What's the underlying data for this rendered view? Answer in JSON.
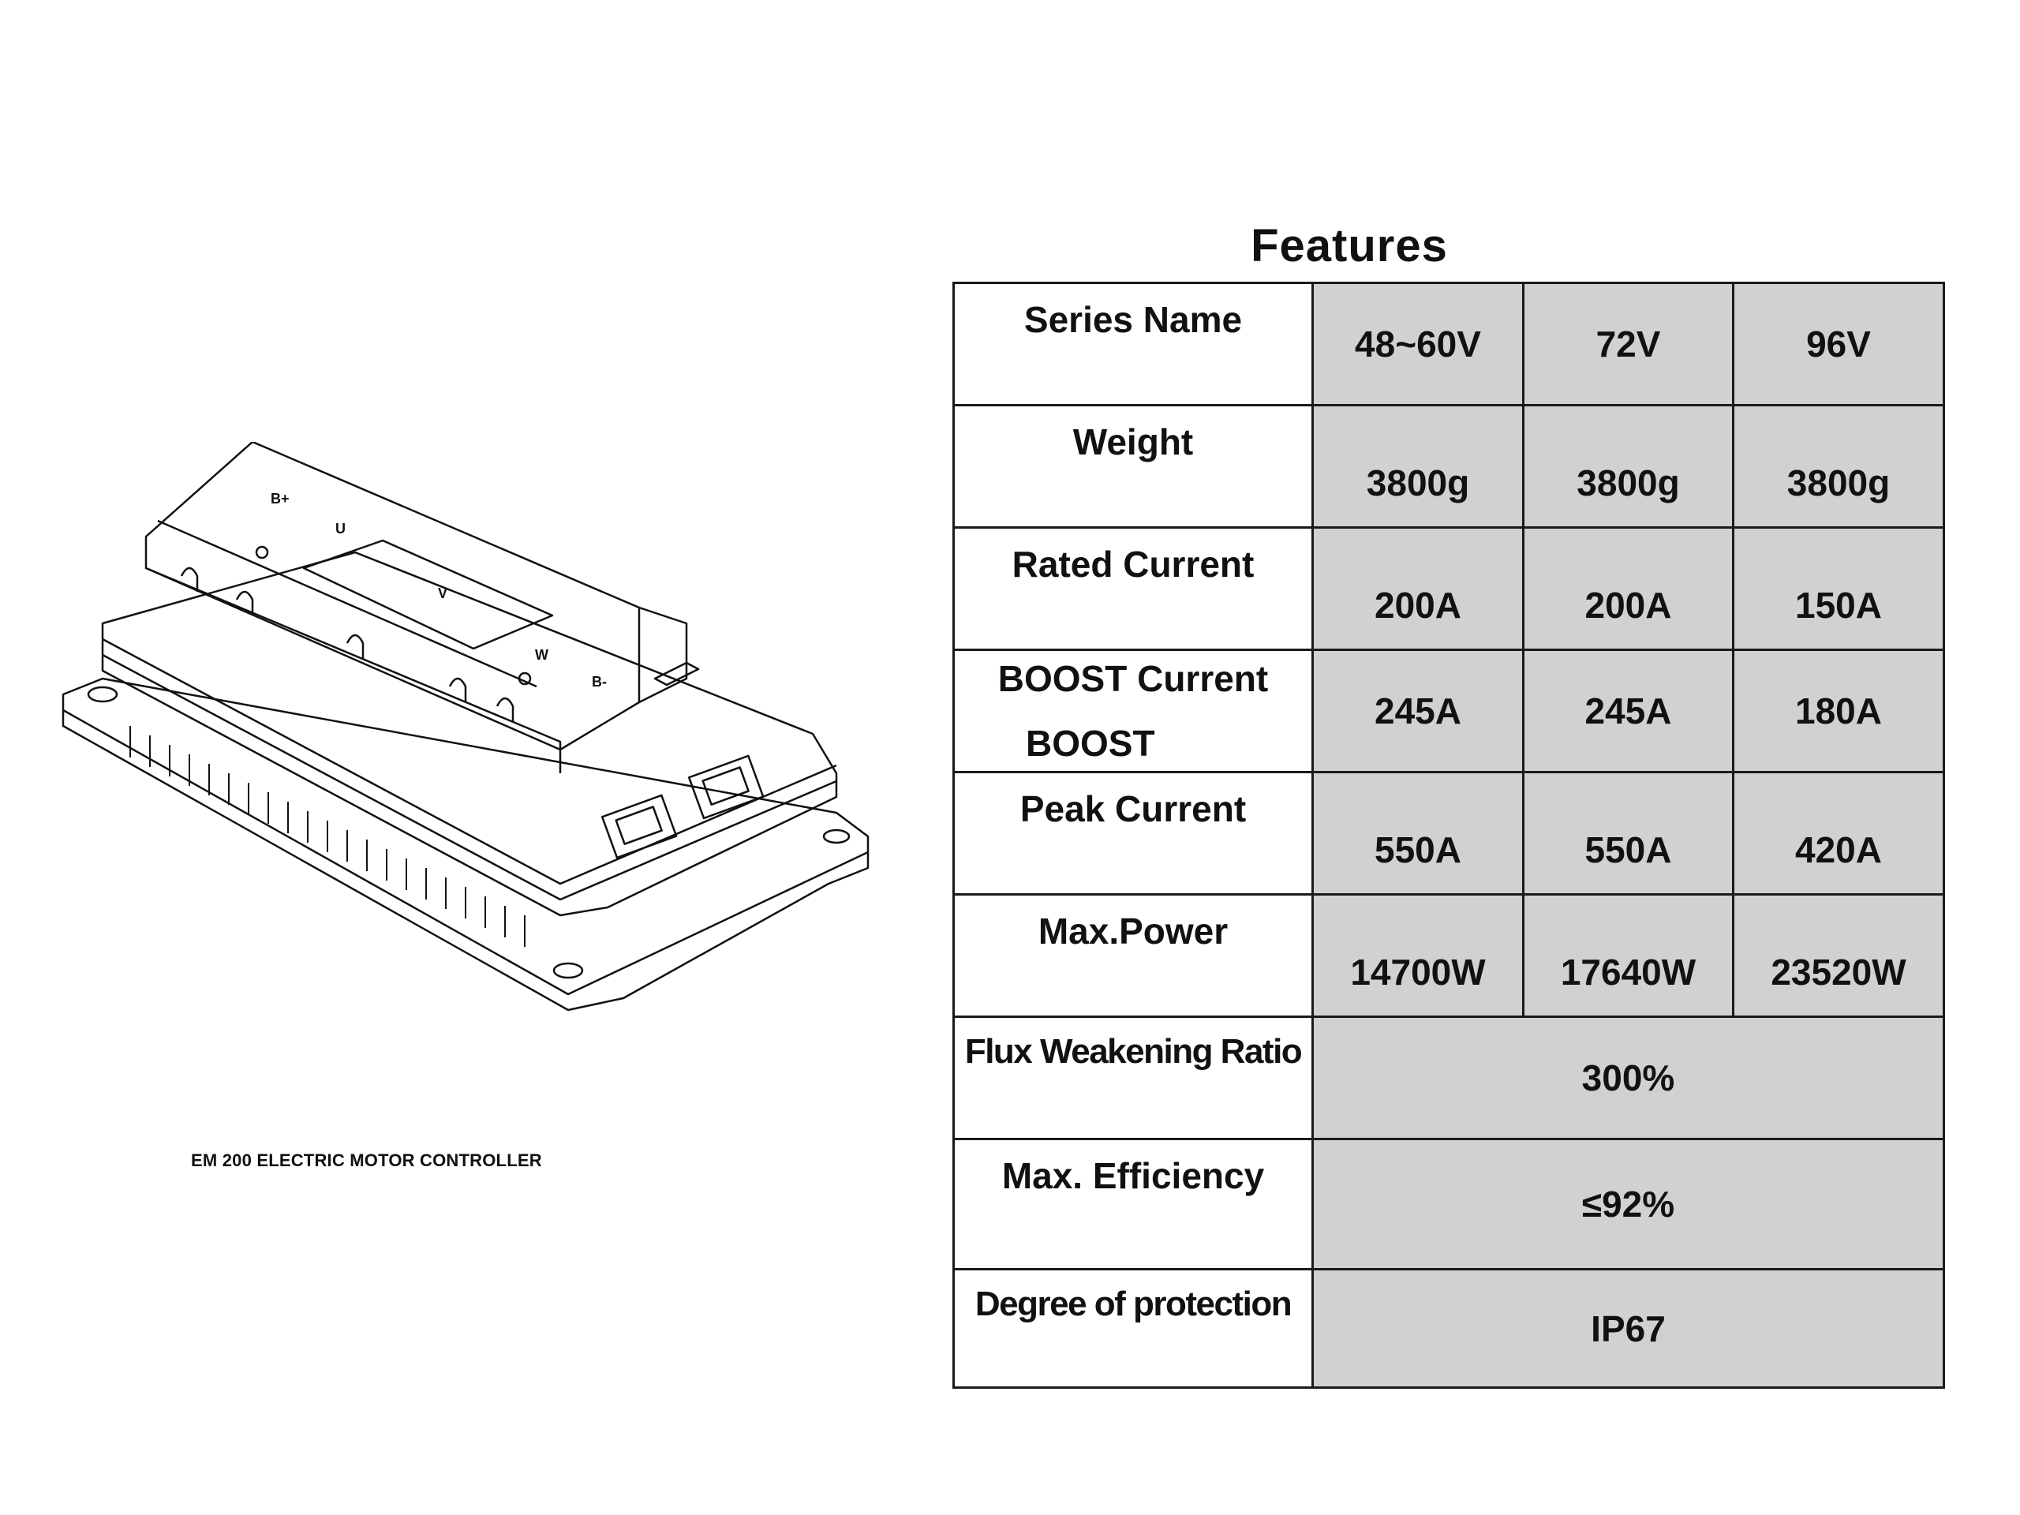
{
  "caption": "EM 200 ELECTRIC MOTOR CONTROLLER",
  "illustration": {
    "terminal_labels": [
      "B+",
      "U",
      "V",
      "W",
      "B-"
    ]
  },
  "features": {
    "title": "Features",
    "rows": [
      {
        "label": "Series Name",
        "values": [
          "48~60V",
          "72V",
          "96V"
        ]
      },
      {
        "label": "Weight",
        "values": [
          "3800g",
          "3800g",
          "3800g"
        ]
      },
      {
        "label": "Rated Current",
        "values": [
          "200A",
          "200A",
          "150A"
        ]
      },
      {
        "label": "BOOST Current",
        "label2": "BOOST",
        "values": [
          "245A",
          "245A",
          "180A"
        ]
      },
      {
        "label": "Peak Current",
        "values": [
          "550A",
          "550A",
          "420A"
        ]
      },
      {
        "label": "Max.Power",
        "values": [
          "14700W",
          "17640W",
          "23520W"
        ]
      },
      {
        "label": "Flux Weakening Ratio",
        "value": "300%"
      },
      {
        "label": "Max. Efficiency",
        "value": "≤92%"
      },
      {
        "label": "Degree of protection",
        "value": "IP67"
      }
    ]
  }
}
